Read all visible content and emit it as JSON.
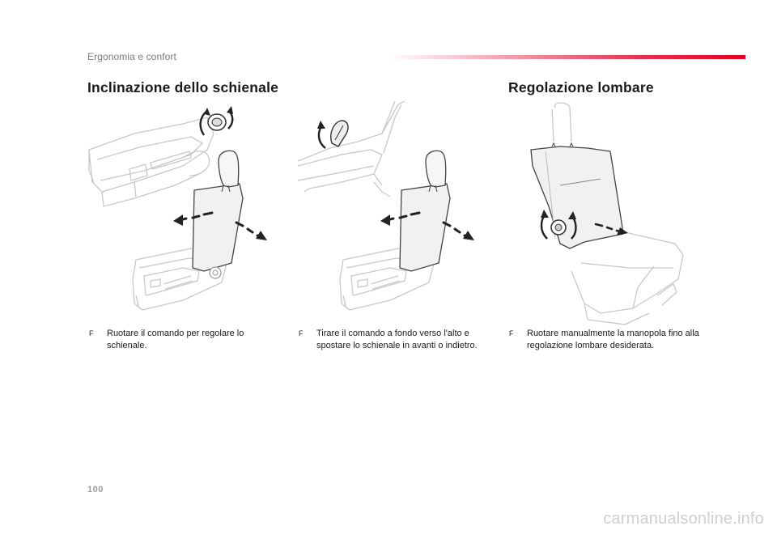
{
  "header": {
    "chapter_title": "Ergonomia e confort",
    "accent_color": "#e3001f"
  },
  "sections": {
    "recline": {
      "title": "Inclinazione dello schienale"
    },
    "lumbar": {
      "title": "Regolazione lombare"
    }
  },
  "instructions": [
    {
      "marker": "F",
      "text": "Ruotare il comando per regolare lo schienale."
    },
    {
      "marker": "F",
      "text": "Tirare il comando a fondo verso l'alto e spostare lo schienale in avanti o indietro."
    },
    {
      "marker": "F",
      "text": "Ruotare manualmente la manopola fino alla regolazione lombare desiderata."
    }
  ],
  "footer": {
    "page_number": "100",
    "watermark": "carmanualsonline.info"
  }
}
